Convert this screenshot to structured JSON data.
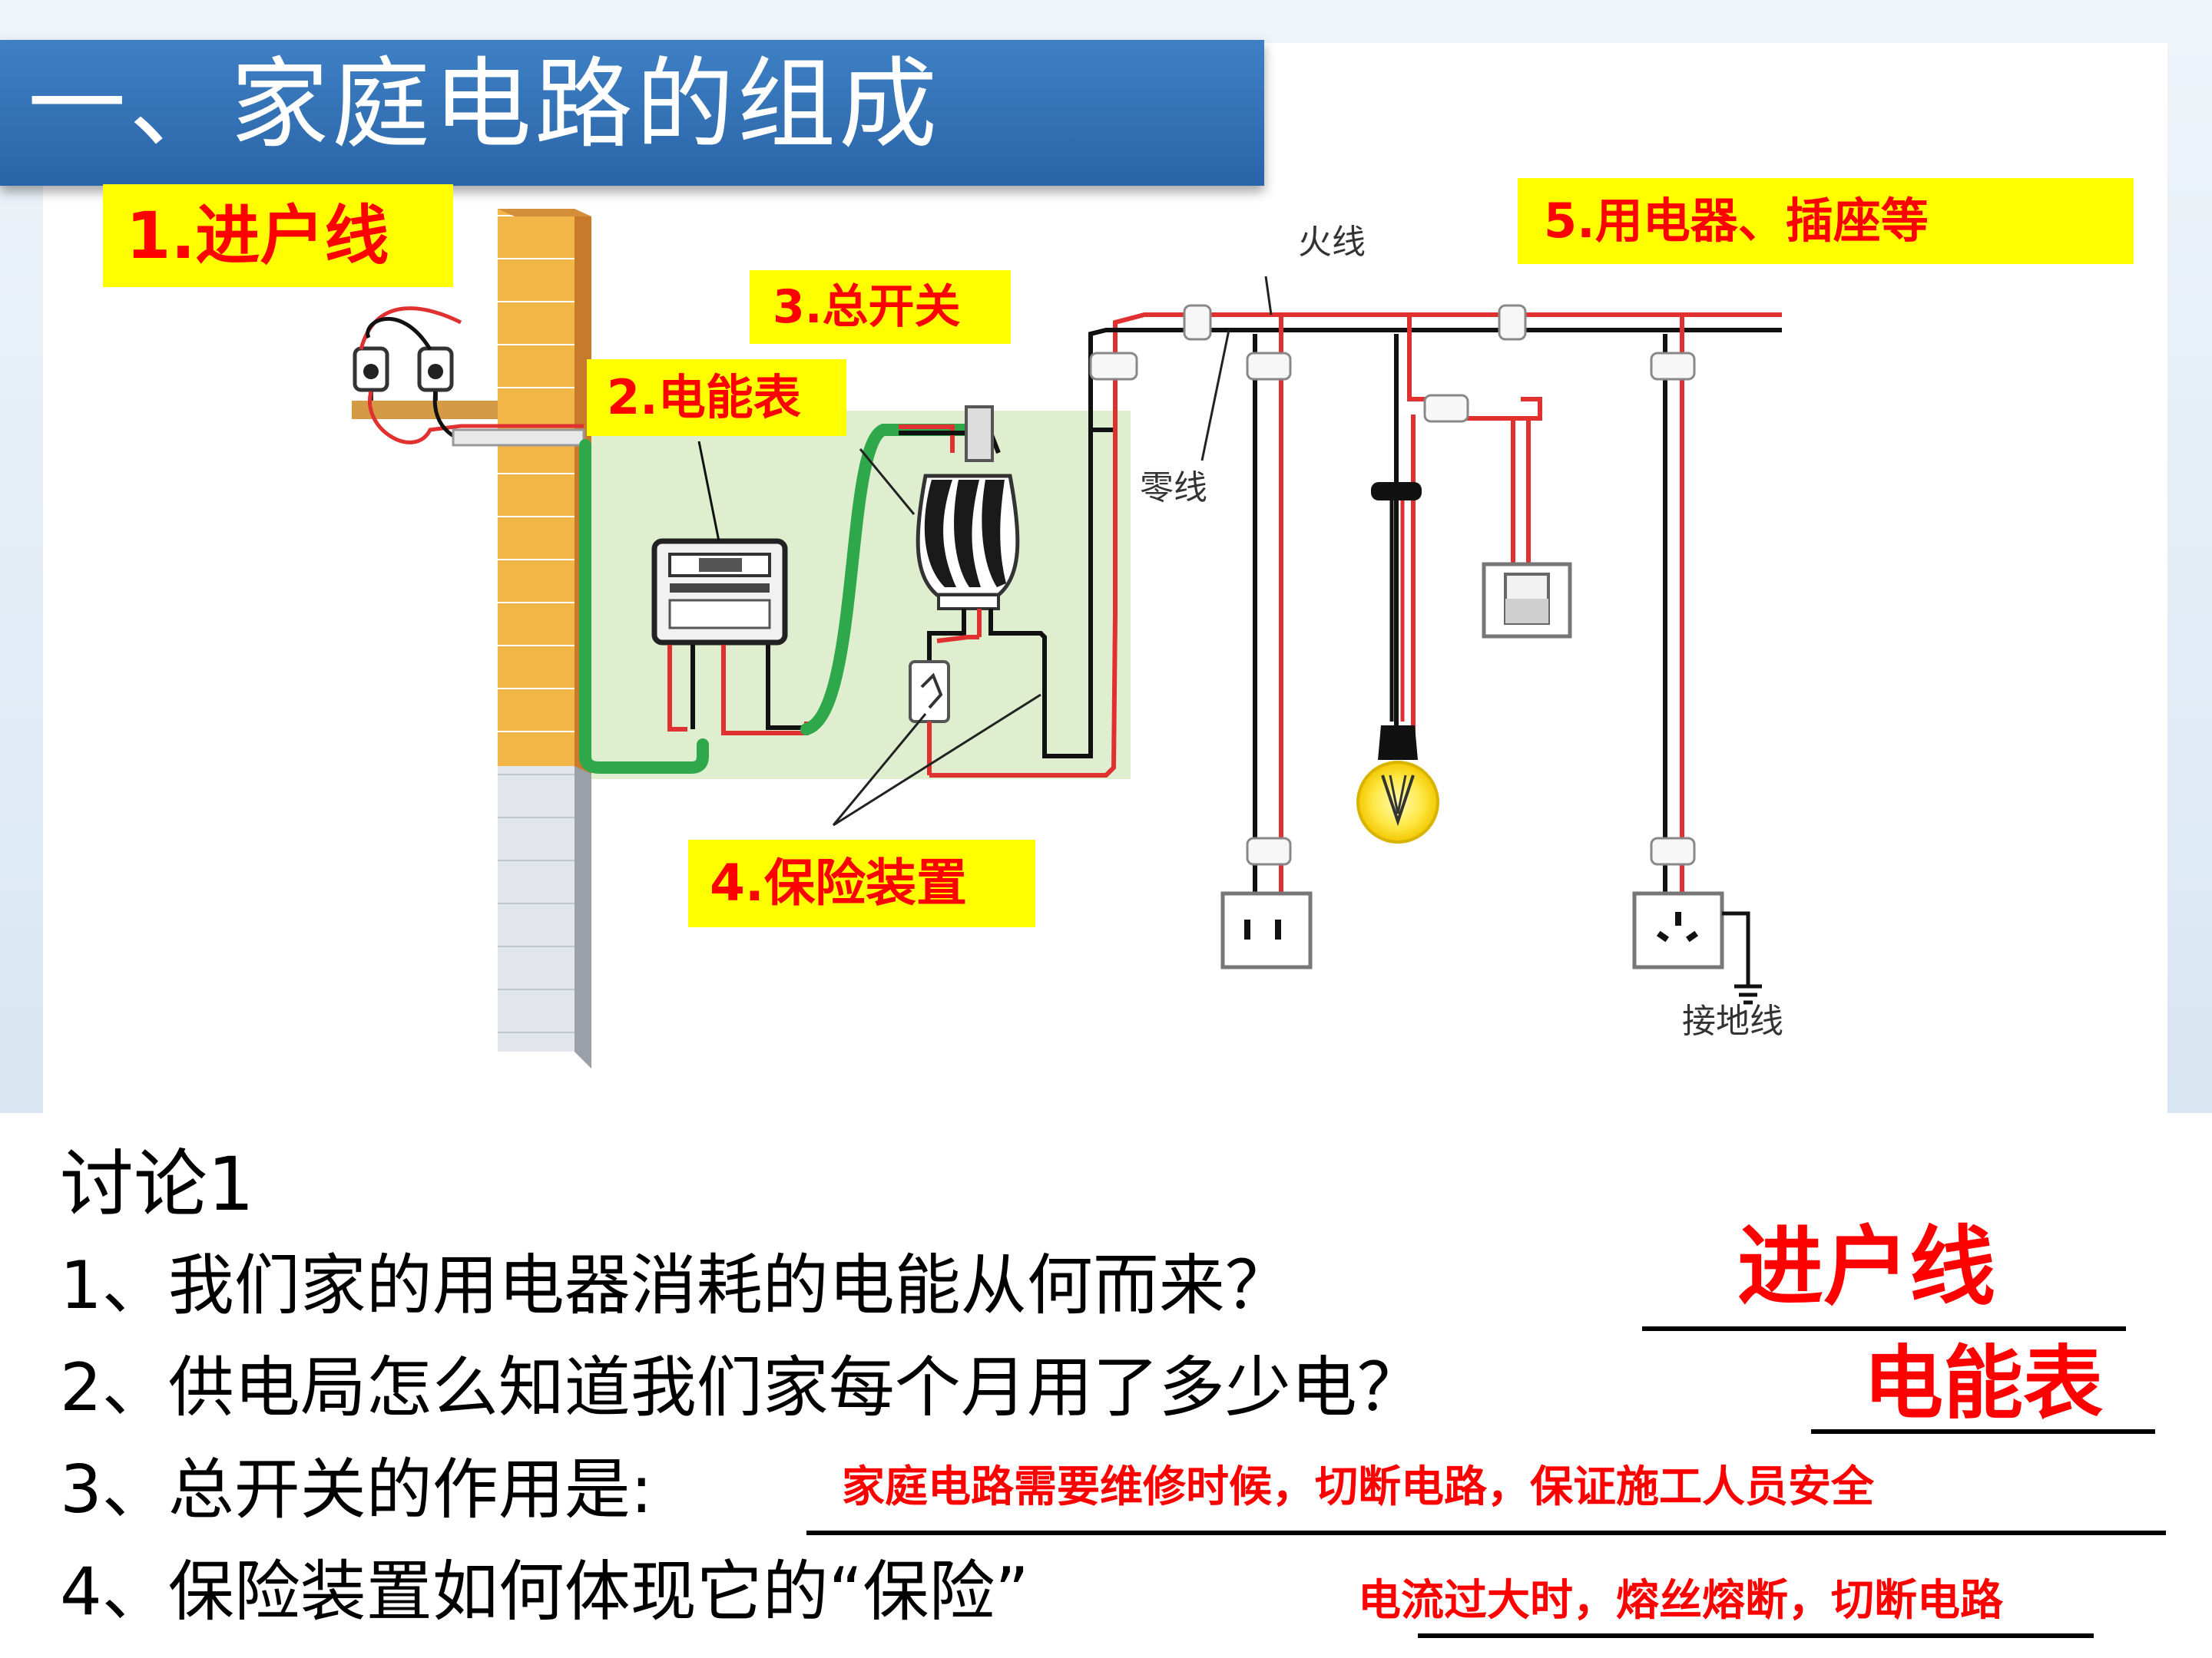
{
  "title": "一、家庭电路的组成",
  "labels": {
    "service_line": "1.进户线",
    "meter": "2.电能表",
    "main_switch": "3.总开关",
    "fuse": "4.保险装置",
    "appliances": "5.用电器、插座等"
  },
  "diagram_text": {
    "live_wire": "火线",
    "neutral_wire": "零线",
    "ground_wire": "接地线"
  },
  "discussion": {
    "heading": "讨论1",
    "questions": [
      {
        "text": "1、我们家的用电器消耗的电能从何而来？",
        "answer": "进户线"
      },
      {
        "text": "2、供电局怎么知道我们家每个月用了多少电？",
        "answer": "电能表"
      },
      {
        "text": "3、总开关的作用是:",
        "answer": "家庭电路需要维修时候，切断电路，保证施工人员安全"
      },
      {
        "text": "4、保险装置如何体现它的“保险”",
        "answer": "电流过大时，熔丝熔断，切断电路"
      }
    ]
  },
  "colors": {
    "title_bar": "#2f6db2",
    "label_bg": "#ffff00",
    "label_text": "#ff0000",
    "live_wire": "#e03030",
    "neutral_wire": "#111111",
    "ground_cable": "#2ea84a",
    "brick": "#f0b54a"
  }
}
